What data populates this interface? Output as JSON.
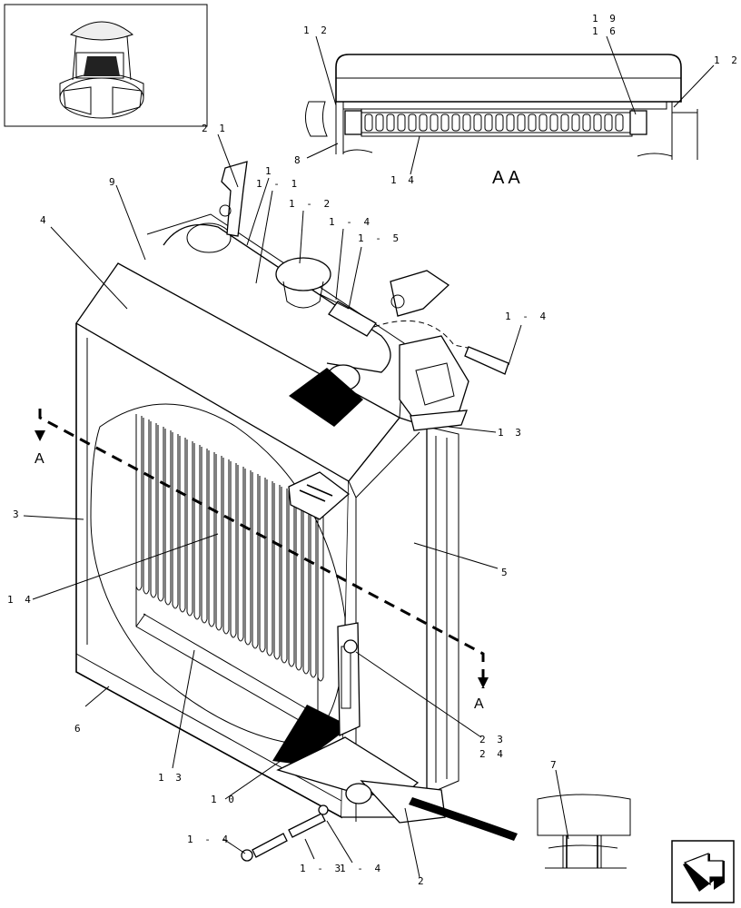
{
  "section_view": {
    "label": "AA"
  },
  "section_marks": {
    "left": "A",
    "right": "A"
  },
  "callouts": {
    "c1": "1",
    "c1_1": "1 - 1",
    "c1_2": "1 - 2",
    "c1_4a": "1 - 4",
    "c1_5": "1 - 5",
    "c1_4b": "1 - 4",
    "c1_4c": "1 - 4",
    "c1_4d": "1 - 4",
    "c1_3": "1 - 3",
    "c2": "2",
    "c3": "3",
    "c4": "4",
    "c5": "5",
    "c6": "6",
    "c7": "7",
    "c8": "8",
    "c9": "9",
    "c10": "1 0",
    "c12a": "1 2",
    "c12b": "1 2",
    "c13a": "1 3",
    "c13b": "1 3",
    "c14a": "1 4",
    "c14b": "1 4",
    "c16": "1 6",
    "c19": "1 9",
    "c21": "2 1",
    "c23": "2 3",
    "c24": "2 4"
  },
  "icons": {
    "nav": "next-page-arrow-icon",
    "thumb": "machine-location-thumbnail"
  }
}
